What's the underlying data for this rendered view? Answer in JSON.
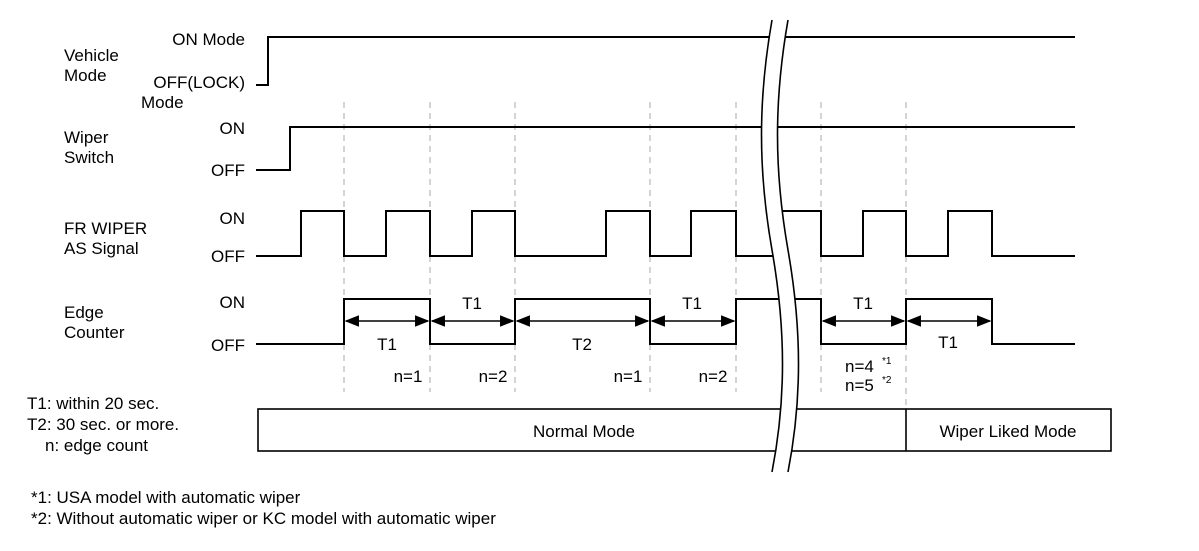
{
  "rows": {
    "vehicle_mode": {
      "label_line1": "Vehicle",
      "label_line2": "Mode",
      "high": "ON Mode",
      "low_line1": "OFF(LOCK)",
      "low_line2": "Mode"
    },
    "wiper_switch": {
      "label_line1": "Wiper",
      "label_line2": "Switch",
      "high": "ON",
      "low": "OFF"
    },
    "fr_wiper_as": {
      "label_line1": "FR WIPER",
      "label_line2": "AS Signal",
      "high": "ON",
      "low": "OFF"
    },
    "edge_counter": {
      "label_line1": "Edge",
      "label_line2": "Counter",
      "high": "ON",
      "low": "OFF"
    }
  },
  "intervals": [
    "T1",
    "T1",
    "T2",
    "T1",
    "T1",
    "T1"
  ],
  "counts": {
    "c1": "n=1",
    "c2": "n=2",
    "c3": "n=1",
    "c4": "n=2",
    "c5": "n=4",
    "c5_sup": "*1",
    "c6": "n=5",
    "c6_sup": "*2"
  },
  "legend": {
    "t1": "T1: within 20 sec.",
    "t2": "T2: 30 sec. or more.",
    "n": "n: edge count"
  },
  "modes": {
    "normal": "Normal Mode",
    "linked": "Wiper Liked Mode"
  },
  "footnotes": {
    "f1": "*1: USA model with automatic wiper",
    "f2": "*2: Without automatic wiper or KC model with automatic wiper"
  }
}
